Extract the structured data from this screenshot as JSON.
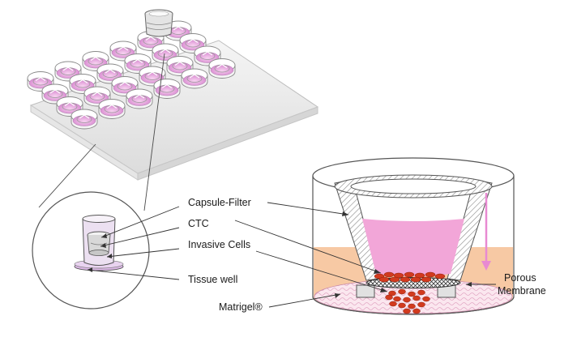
{
  "labels": {
    "capsule_filter": "Capsule-Filter",
    "ctc": "CTC",
    "invasive_cells": "Invasive Cells",
    "tissue_well": "Tissue well",
    "matrigel": "Matrigel®",
    "porous": "Porous",
    "membrane": "Membrane"
  },
  "plate": {
    "rows": 4,
    "cols": 6
  },
  "colors": {
    "pink_medium": "#f2a6d8",
    "well_pink": "#e8a6dc",
    "tissue_medium": "#f7c9a4",
    "cell_red": "#d23a1e",
    "arrow_pink": "#e88ad2",
    "matrigel_fill": "#fbe7ef",
    "outline": "#555555"
  }
}
